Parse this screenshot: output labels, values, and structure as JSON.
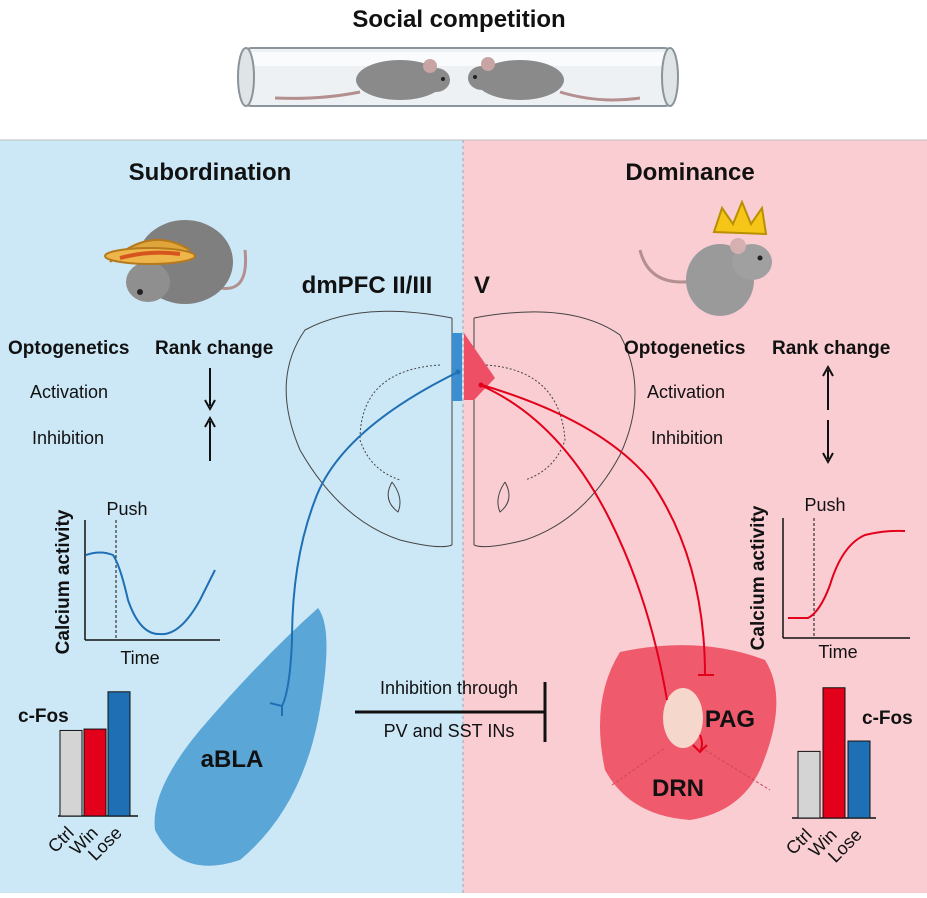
{
  "header": {
    "title": "Social competition"
  },
  "left": {
    "title": "Subordination",
    "optogenetics_label": "Optogenetics",
    "rank_change_label": "Rank change",
    "activation_label": "Activation",
    "inhibition_label": "Inhibition",
    "calcium": {
      "ylabel": "Calcium activity",
      "xlabel": "Time",
      "event_label": "Push"
    },
    "cfos": {
      "label": "c-Fos",
      "categories": [
        "Ctrl",
        "Win",
        "Lose"
      ],
      "values": [
        0.62,
        0.63,
        0.9
      ]
    },
    "region_label": "aBLA"
  },
  "right": {
    "title": "Dominance",
    "optogenetics_label": "Optogenetics",
    "rank_change_label": "Rank change",
    "activation_label": "Activation",
    "inhibition_label": "Inhibition",
    "calcium": {
      "ylabel": "Calcium activity",
      "xlabel": "Time",
      "event_label": "Push"
    },
    "cfos": {
      "label": "c-Fos",
      "categories": [
        "Ctrl",
        "Win",
        "Lose"
      ],
      "values": [
        0.45,
        0.88,
        0.52
      ]
    },
    "pag_label": "PAG",
    "drn_label": "DRN"
  },
  "center": {
    "dmpfc_label": "dmPFC II/III",
    "layer_v_label": "V",
    "inhibition_line1": "Inhibition through",
    "inhibition_line2": "PV and SST INs"
  },
  "colors": {
    "left_bg": "#cce8f7",
    "right_bg": "#f9cdd2",
    "blue": "#1f6fb5",
    "red": "#e3001b",
    "gray_bar": "#d4d4d4"
  }
}
